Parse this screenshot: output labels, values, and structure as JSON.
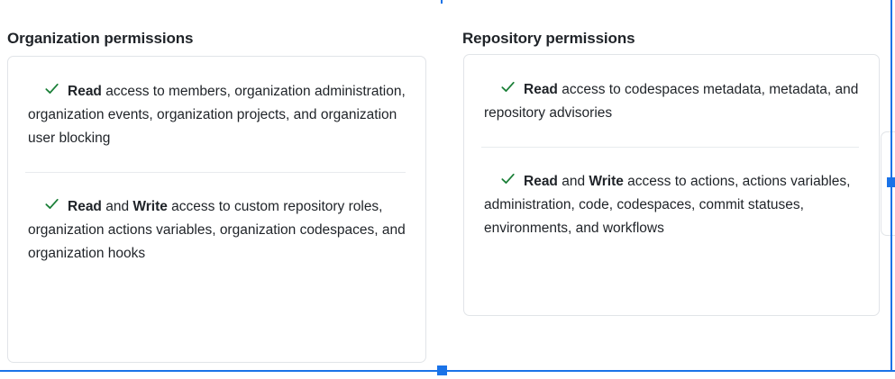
{
  "columns": [
    {
      "id": "organization",
      "title": "Organization permissions",
      "permissions": [
        {
          "icon": "check-icon",
          "segments": [
            {
              "text": "Read",
              "bold": true
            },
            {
              "text": " access to members, organization administration, organization events, organization projects, and organization user blocking",
              "bold": false
            }
          ]
        },
        {
          "icon": "check-icon",
          "segments": [
            {
              "text": "Read",
              "bold": true
            },
            {
              "text": " and ",
              "bold": false
            },
            {
              "text": "Write",
              "bold": true
            },
            {
              "text": " access to custom repository roles, organization actions variables, organization codespaces, and organization hooks",
              "bold": false
            }
          ]
        }
      ]
    },
    {
      "id": "repository",
      "title": "Repository permissions",
      "permissions": [
        {
          "icon": "check-icon",
          "segments": [
            {
              "text": "Read",
              "bold": true
            },
            {
              "text": " access to codespaces metadata, metadata, and repository advisories",
              "bold": false
            }
          ]
        },
        {
          "icon": "check-icon",
          "segments": [
            {
              "text": "Read",
              "bold": true
            },
            {
              "text": " and ",
              "bold": false
            },
            {
              "text": "Write",
              "bold": true
            },
            {
              "text": " access to actions, actions variables, administration, code, codespaces, commit statuses, environments, and workflows",
              "bold": false
            }
          ]
        }
      ]
    }
  ],
  "colors": {
    "check_green": "#1a7f37",
    "selection_blue": "#1a73e8",
    "card_border": "#e1e4e8",
    "divider": "#e8ebee",
    "text": "#1f2328",
    "background": "#ffffff"
  },
  "selection": {
    "bottom_edge_label": "selection-bottom-edge",
    "right_edge_label": "selection-right-edge",
    "handle_label": "resize-handle"
  }
}
